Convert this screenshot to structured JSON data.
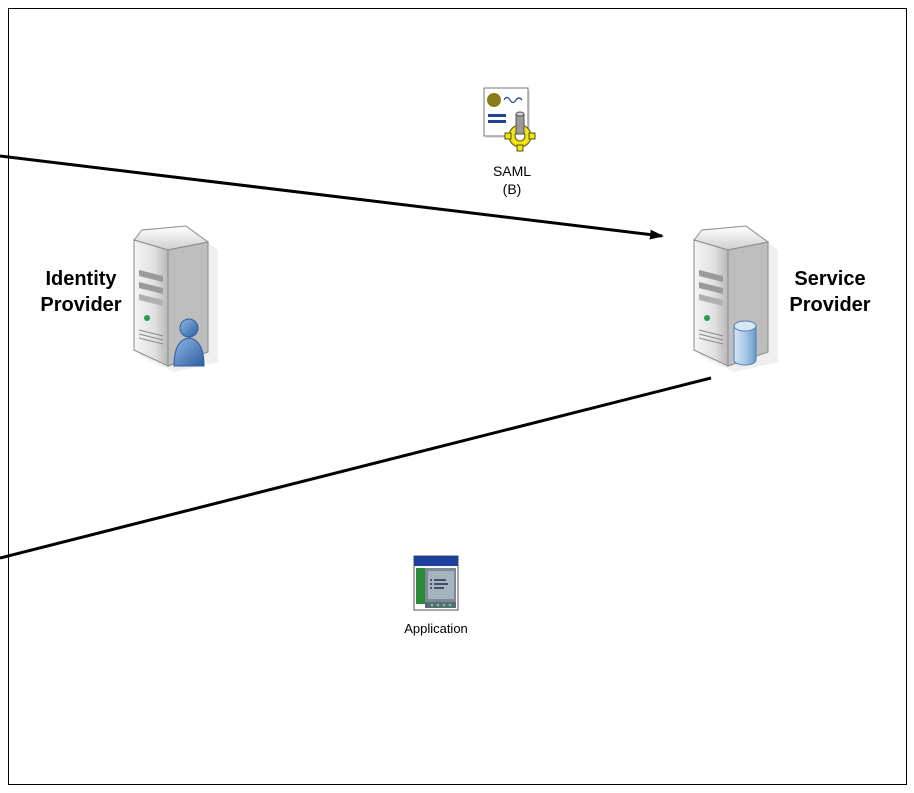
{
  "nodes": {
    "identity_provider": {
      "label_line1": "Identity",
      "label_line2": "Provider",
      "icon": "server-with-user-icon"
    },
    "service_provider": {
      "label_line1": "Service",
      "label_line2": "Provider",
      "icon": "server-with-database-icon"
    },
    "saml": {
      "label_line1": "SAML",
      "label_line2": "(B)",
      "icon": "saml-certificate-gear-icon"
    },
    "application": {
      "label": "Application",
      "icon": "application-window-icon"
    }
  },
  "edges": [
    {
      "name": "arrow-to-service-provider",
      "arrowhead": "end"
    },
    {
      "name": "line-from-service-provider",
      "arrowhead": "none"
    }
  ],
  "colors": {
    "server_body": "#e6e6e6",
    "user_figure": "#4a7fc1",
    "database": "#a9c8e8",
    "gear": "#f2e41a",
    "certificate_seal": "#8a7a18",
    "app_titlebar": "#1f3f9f",
    "app_sidebar": "#2a8a3a",
    "line": "#000000"
  }
}
